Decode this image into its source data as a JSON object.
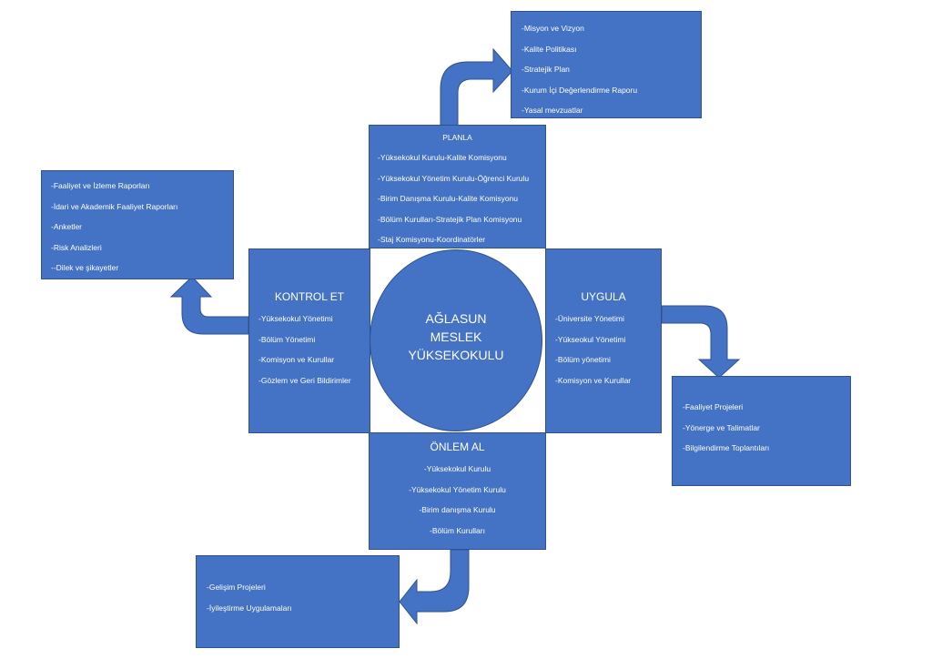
{
  "colors": {
    "box_fill": "#4472c4",
    "box_border": "#2f528f",
    "text": "#ffffff"
  },
  "center": {
    "lines": [
      "AĞLASUN",
      "MESLEK",
      "YÜKSEKOKULU"
    ]
  },
  "plan_docs": {
    "items": [
      "-Misyon ve Vizyon",
      "-Kalite Politikası",
      "-Stratejik Plan",
      "-Kurum İçi Değerlendirme Raporu",
      "-Yasal mevzuatlar"
    ]
  },
  "planla": {
    "title": "PLANLA",
    "items": [
      "-Yüksekokul Kurulu-Kalite Komisyonu",
      "-Yüksekokul Yönetim Kurulu-Öğrenci Kurulu",
      "-Birim Danışma Kurulu-Kalite Komisyonu",
      "-Bölüm Kurulları-Stratejik Plan Komisyonu",
      "-Staj Komisyonu-Koordinatörler"
    ]
  },
  "control_docs": {
    "items": [
      "-Faaliyet ve İzleme Raporları",
      "-İdari ve Akademik Faaliyet Raporları",
      "-Anketler",
      "-Risk Analizleri",
      "--Dilek ve şikayetler"
    ]
  },
  "kontrol_et": {
    "title": "KONTROL ET",
    "items": [
      "-Yüksekokul Yönetimi",
      "-Bölüm Yönetimi",
      "-Komisyon ve Kurullar",
      "-Gözlem ve Geri Bildirimler"
    ]
  },
  "uygula": {
    "title": "UYGULA",
    "items": [
      "-Üniversite Yönetimi",
      "-Yükseokul Yönetimi",
      "-Bölüm yönetimi",
      "-Komisyon ve Kurullar"
    ]
  },
  "uygula_docs": {
    "items": [
      "-Faaliyet Projeleri",
      "-Yönerge ve Talimatlar",
      "-Bilgilendirme Toplantıları"
    ]
  },
  "onlem_al": {
    "title": "ÖNLEM AL",
    "items": [
      "-Yüksekokul Kurulu",
      "-Yüksekokul Yönetim Kurulu",
      "-Birim danışma Kurulu",
      "-Bölüm Kurulları"
    ]
  },
  "onlem_docs": {
    "items": [
      "-Gelişim Projeleri",
      "-İyileştirme Uygulamaları"
    ]
  }
}
